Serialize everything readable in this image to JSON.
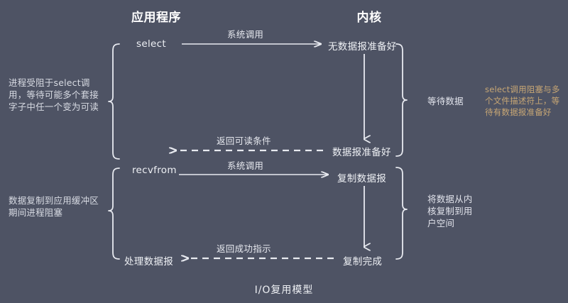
{
  "diagram": {
    "caption": "I/O复用模型",
    "background_color": "#4e5364",
    "columns": [
      {
        "id": "application",
        "label": "应用程序"
      },
      {
        "id": "kernel",
        "label": "内核"
      }
    ],
    "app_nodes": [
      {
        "id": "select",
        "label": "select"
      },
      {
        "id": "recvfrom",
        "label": "recvfrom"
      },
      {
        "id": "process-datagram",
        "label": "处理数据报"
      }
    ],
    "kernel_nodes": [
      {
        "id": "no-datagram-ready",
        "label": "无数据报准备好"
      },
      {
        "id": "datagram-ready",
        "label": "数据报准备好"
      },
      {
        "id": "copy-datagram",
        "label": "复制数据报"
      },
      {
        "id": "copy-complete",
        "label": "复制完成"
      }
    ],
    "arrows": [
      {
        "id": "syscall-select",
        "label": "系统调用",
        "direction": "right",
        "style": "solid"
      },
      {
        "id": "return-readable",
        "label": "返回可读条件",
        "direction": "left",
        "style": "dashed"
      },
      {
        "id": "syscall-recvfrom",
        "label": "系统调用",
        "direction": "right",
        "style": "solid"
      },
      {
        "id": "return-success",
        "label": "返回成功指示",
        "direction": "left",
        "style": "dashed"
      }
    ],
    "left_notes": [
      {
        "id": "blocked-on-select",
        "text": "进程受阻于select调用，等待可能多个套接字子中任一个变为可读"
      },
      {
        "id": "blocked-on-copy",
        "text": "数据复制到应用缓冲区期间进程阻塞"
      }
    ],
    "right_notes": [
      {
        "id": "waiting-for-data",
        "text": "等待数据"
      },
      {
        "id": "copy-kernel-to-user",
        "text": "将数据从内核复制到用户空间"
      }
    ],
    "annotations": [
      {
        "id": "select-blocking-annotation",
        "text": "select调用阻塞与多个文件描述符上，等待有数据报准备好",
        "color": "#c8a775"
      }
    ]
  }
}
